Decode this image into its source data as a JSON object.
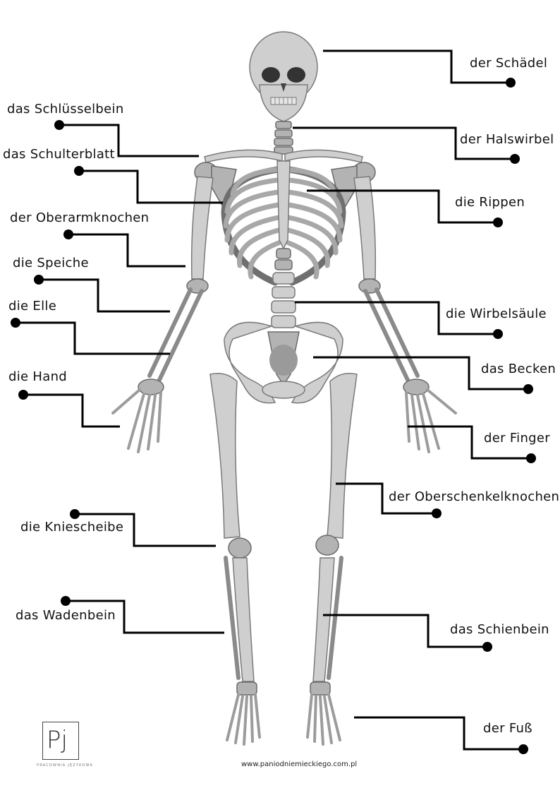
{
  "labels": {
    "skull": "der Schädel",
    "collarbone": "das Schlüsselbein",
    "neck_vertebra": "der Halswirbel",
    "shoulder_blade": "das Schulterblatt",
    "ribs": "die Rippen",
    "humerus": "der Oberarmknochen",
    "radius": "die Speiche",
    "ulna": "die Elle",
    "spine": "die Wirbelsäule",
    "pelvis": "das Becken",
    "hand": "die Hand",
    "finger": "der Finger",
    "femur": "der Oberschenkelknochen",
    "kneecap": "die Kniescheibe",
    "fibula": "das Wadenbein",
    "tibia": "das Schienbein",
    "foot": "der Fuß"
  },
  "logo": {
    "mark": "Pj",
    "text": "PRACOWNIA JĘZYKOWA"
  },
  "footer": {
    "url": "www.paniodniemieckiego.com.pl"
  }
}
